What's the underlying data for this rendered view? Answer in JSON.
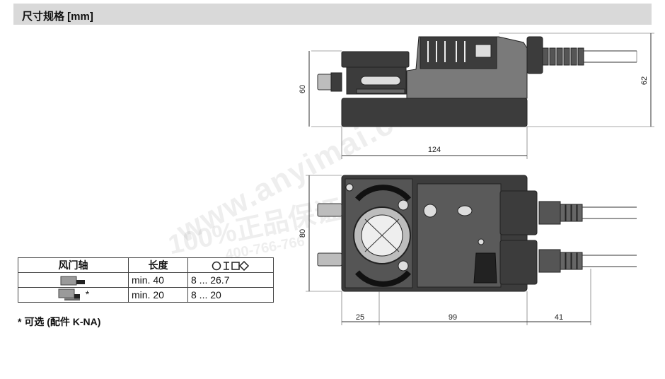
{
  "header": {
    "title": "尺寸规格 [mm]"
  },
  "dimensions": {
    "height_side": "60",
    "height_total": "62",
    "width_top": "124",
    "depth_front": "80",
    "seg_left": "25",
    "seg_mid": "99",
    "seg_right": "41"
  },
  "table": {
    "headers": [
      "风门轴",
      "长度",
      ""
    ],
    "rows": [
      {
        "length": "min. 40",
        "range": "8 ... 26.7",
        "mark": ""
      },
      {
        "length": "min. 20",
        "range": "8 ... 20",
        "mark": "*"
      }
    ]
  },
  "footnote": "* 可选 (配件 K-NA)",
  "watermark": {
    "line1": "www.anyimai.com",
    "line2": "100%正品保证",
    "line3": "400-766-766"
  },
  "colors": {
    "header_bg": "#d9d9d9",
    "drawing_dark": "#3c3c3c",
    "drawing_mid": "#7a7a7a"
  }
}
